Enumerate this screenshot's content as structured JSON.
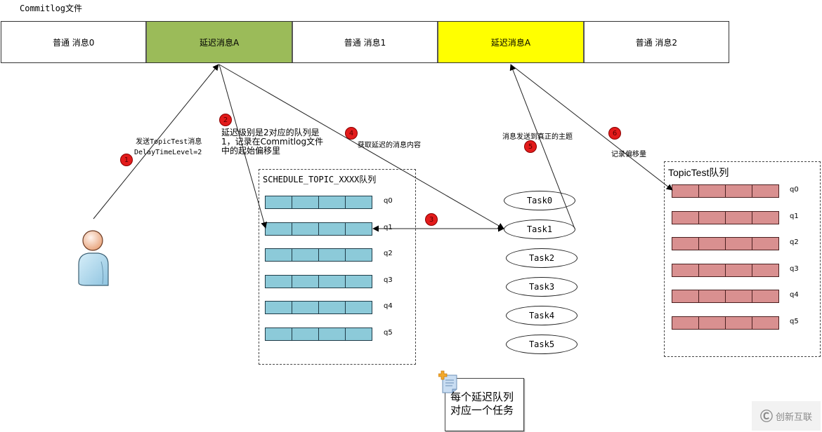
{
  "commitlog": {
    "title": "Commitlog文件",
    "cells": [
      {
        "label": "普通 消息0",
        "color": "#ffffff"
      },
      {
        "label": "延迟消息A",
        "color": "#9bbb59"
      },
      {
        "label": "普通 消息1",
        "color": "#ffffff"
      },
      {
        "label": "延迟消息A",
        "color": "#ffff00"
      },
      {
        "label": "普通 消息2",
        "color": "#ffffff"
      }
    ]
  },
  "schedule_queue": {
    "title": "SCHEDULE_TOPIC_XXXX队列",
    "labels": [
      "q0",
      "q1",
      "q2",
      "q3",
      "q4",
      "q5"
    ],
    "color": "#8ccad9"
  },
  "topic_queue": {
    "title": "TopicTest队列",
    "labels": [
      "q0",
      "q1",
      "q2",
      "q3",
      "q4",
      "q5"
    ],
    "color": "#d99090"
  },
  "tasks": [
    "Task0",
    "Task1",
    "Task2",
    "Task3",
    "Task4",
    "Task5"
  ],
  "steps": [
    {
      "num": "1",
      "text_lines": [
        "发送TopicTest消息",
        "DelayTimeLevel=2"
      ]
    },
    {
      "num": "2",
      "text_lines": [
        "延迟级别是2对应的队列是",
        "1，记录在Commitlog文件",
        "中的起始偏移里"
      ]
    },
    {
      "num": "3",
      "text_lines": []
    },
    {
      "num": "4",
      "text_lines": [
        "获取延迟的消息内容"
      ]
    },
    {
      "num": "5",
      "text_lines": [
        "消息发送到真正的主题"
      ]
    },
    {
      "num": "6",
      "text_lines": [
        "记录偏移量"
      ]
    }
  ],
  "note": {
    "icon": "note-add-icon",
    "lines": [
      "每个延迟队列",
      "对应一个任务"
    ]
  },
  "producer": {
    "icon": "user-icon"
  },
  "watermark": {
    "text": "创新互联"
  }
}
